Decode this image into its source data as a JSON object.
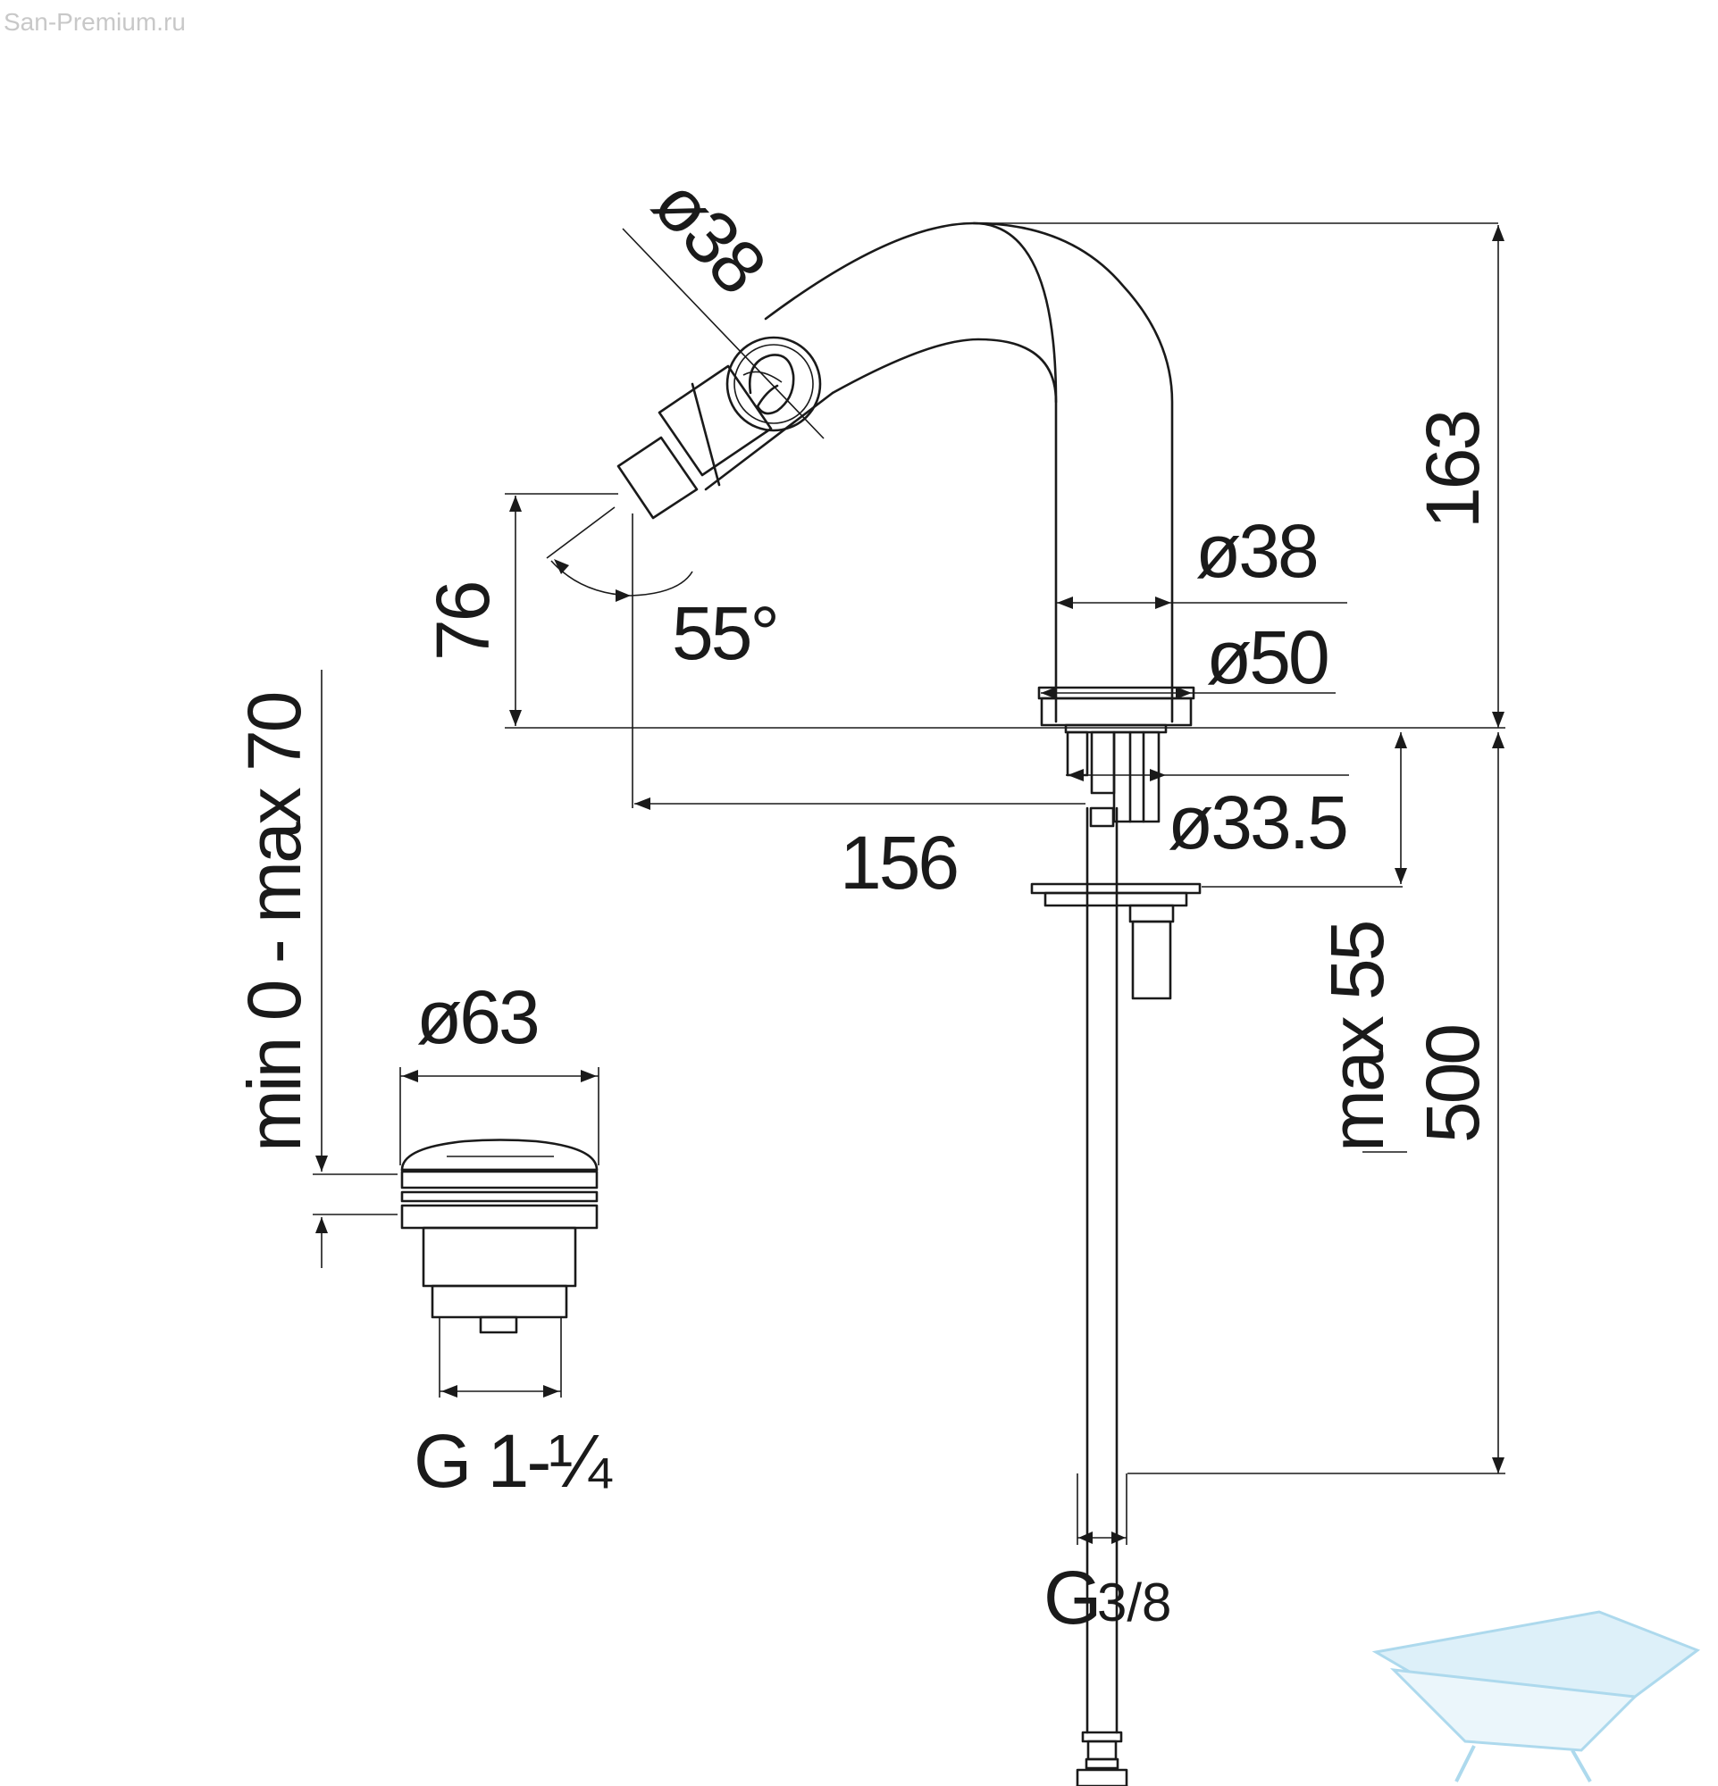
{
  "watermark": "San-Premium.ru",
  "colors": {
    "line": "#1a1a1a",
    "background": "#ffffff",
    "logo": "#9fd3ea"
  },
  "icons": {
    "logo": "bathtub-logo-icon"
  },
  "dimensions": {
    "handle_diameter": "ø38",
    "height_total": "163",
    "spout_height": "76",
    "spray_angle": "55°",
    "body_diameter": "ø38",
    "base_diameter": "ø50",
    "spout_reach": "156",
    "thread_diameter": "ø33.5",
    "deck_thickness": "max 55",
    "hose_length": "500",
    "hose_connection_main": "G",
    "hose_connection_fraction": "3/8",
    "drain_range": "min 0 - max 70",
    "drain_cap_diameter": "ø63",
    "drain_thread": "G 1-¼"
  }
}
